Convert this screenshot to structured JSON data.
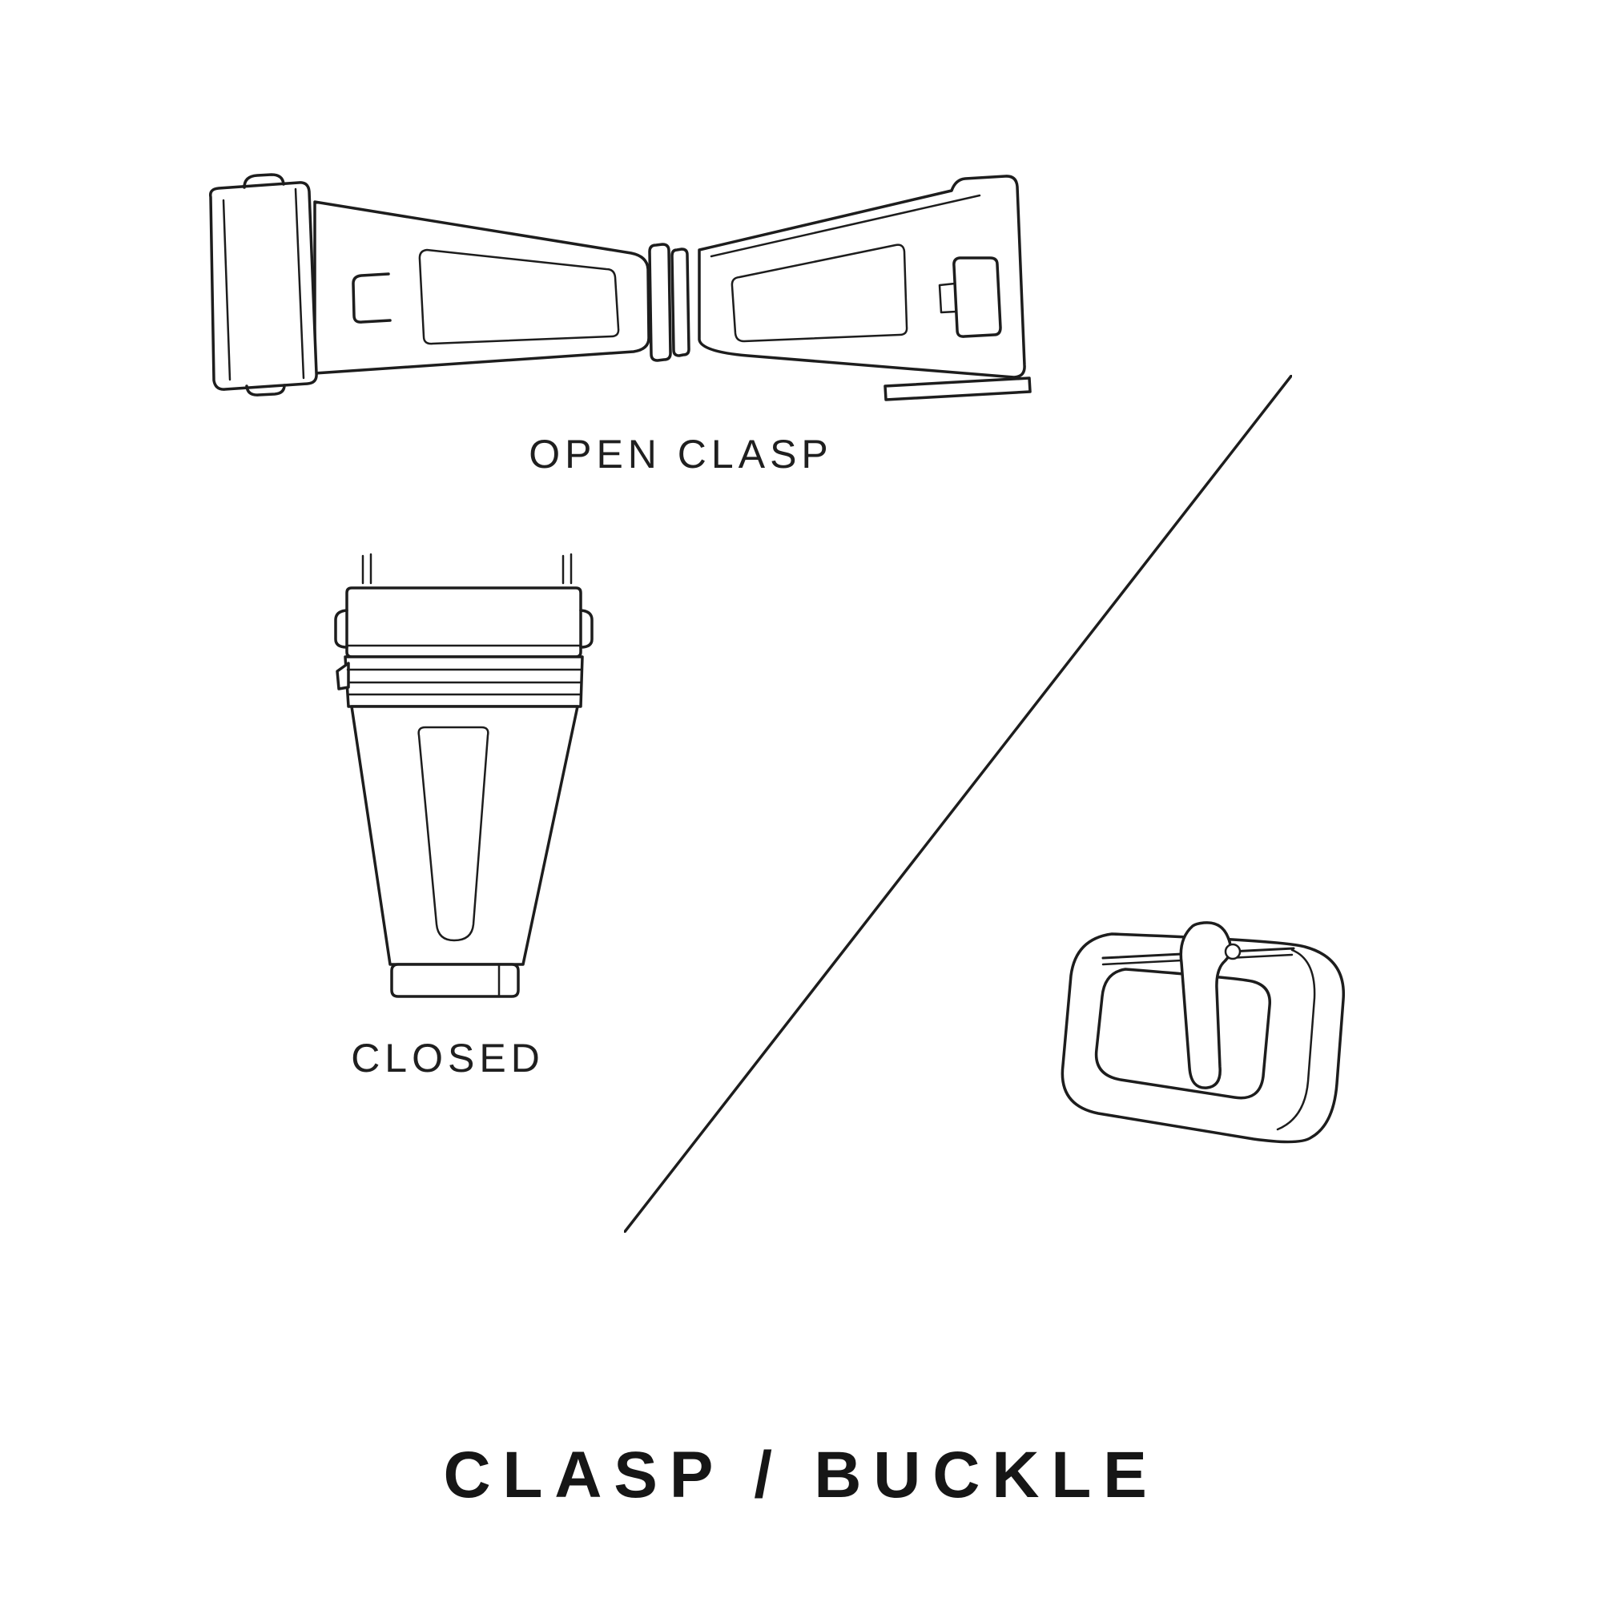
{
  "page": {
    "background_color": "#ffffff",
    "line_color": "#1d1d1d",
    "text_color": "#1f1f1f"
  },
  "labels": {
    "open_clasp": "OPEN CLASP",
    "closed": "CLOSED"
  },
  "title": {
    "text": "CLASP / BUCKLE"
  },
  "illustrations": {
    "open_clasp_icon": "open-deployant-clasp-line-drawing",
    "closed_clasp_icon": "closed-deployant-clasp-line-drawing",
    "buckle_icon": "tang-buckle-line-drawing",
    "divider_icon": "diagonal-divider-line"
  }
}
